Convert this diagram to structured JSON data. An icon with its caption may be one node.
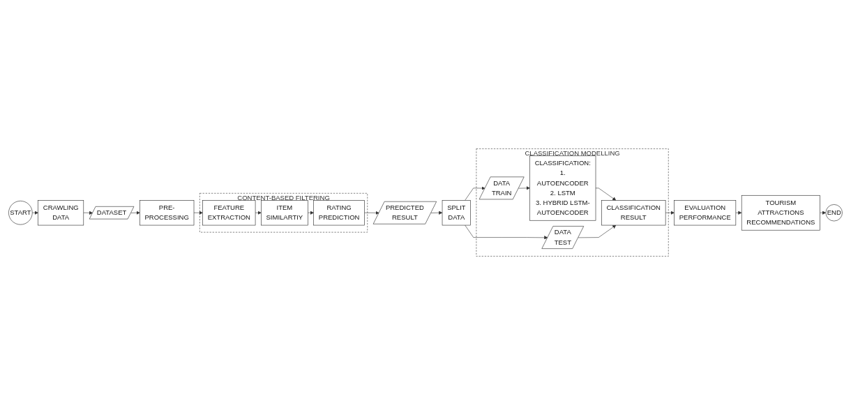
{
  "diagram": {
    "nodes": [
      {
        "text": [
          "START"
        ]
      },
      {
        "text": [
          "CRAWLING DATA"
        ]
      },
      {
        "text": [
          "DATASET"
        ]
      },
      {
        "text": [
          "PRE-PROCESSING"
        ]
      },
      {
        "text": [
          "CONTENT-BASED FILTERING"
        ]
      },
      {
        "text": [
          "FEATURE EXTRACTION"
        ],
        "in": 4
      },
      {
        "text": [
          "ITEM SIMILARTIY"
        ],
        "in": 4
      },
      {
        "text": [
          "RATING PREDICTION"
        ],
        "in": 4
      },
      {
        "text": [
          "PREDICTED RESULT"
        ]
      },
      {
        "text": [
          "SPLIT DATA"
        ]
      },
      {
        "text": [
          "CLASSIFICATION MODELLING"
        ]
      },
      {
        "text": [
          "CLASSIFICATION:",
          "1. AUTOENCODER",
          "2. LSTM",
          "3. HYBRID LSTM-AUTOENCODER"
        ],
        "in": 10
      },
      {
        "text": [
          "DATA TRAIN"
        ],
        "in": 10
      },
      {
        "text": [
          "CLASSIFICATION RESULT"
        ],
        "in": 10
      },
      {
        "text": [
          "DATA TEST"
        ],
        "in": 10
      },
      {
        "text": [
          "EVALUATION PERFORMANCE"
        ]
      },
      {
        "text": [
          "TOURISM ATTRACTIONS RECOMMENDATIONS"
        ]
      },
      {
        "text": [
          "END"
        ]
      }
    ],
    "edges": [
      {
        "from": 0,
        "to": 1,
        "arrow": "to"
      },
      {
        "from": 1,
        "to": 2,
        "arrow": "to"
      },
      {
        "from": 2,
        "to": 3,
        "arrow": "to"
      },
      {
        "from": 3,
        "to": 5,
        "arrow": "to"
      },
      {
        "from": 5,
        "to": 6,
        "arrow": "to"
      },
      {
        "from": 6,
        "to": 7,
        "arrow": "to"
      },
      {
        "from": 7,
        "to": 8,
        "arrow": "to"
      },
      {
        "from": 8,
        "to": 9,
        "arrow": "to"
      },
      {
        "from": 9,
        "to": 12,
        "arrow": "to"
      },
      {
        "from": 9,
        "to": 14,
        "arrow": "to"
      },
      {
        "from": 12,
        "to": 11,
        "arrow": "to"
      },
      {
        "from": 11,
        "to": 13,
        "arrow": "to"
      },
      {
        "from": 14,
        "to": 13,
        "arrow": "to"
      },
      {
        "from": 13,
        "to": 15,
        "arrow": "to"
      },
      {
        "from": 15,
        "to": 16,
        "arrow": "to"
      },
      {
        "from": 16,
        "to": 17,
        "arrow": "to"
      }
    ]
  }
}
